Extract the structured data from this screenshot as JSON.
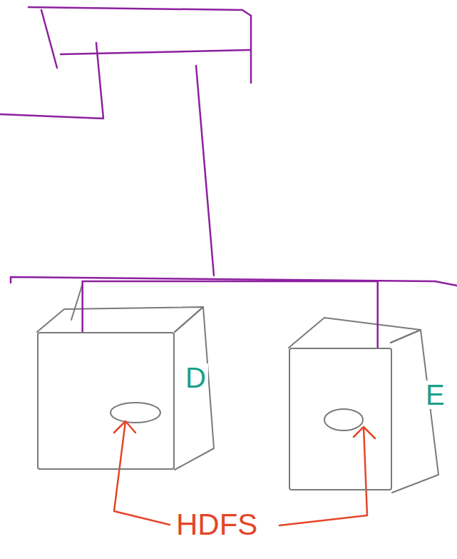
{
  "diagram": {
    "nodes": [
      {
        "text": [
          "D"
        ]
      },
      {
        "text": [
          "E"
        ]
      }
    ],
    "edges": [
      {
        "from": 0,
        "to": 1,
        "arrow": "none"
      }
    ],
    "labels": [
      "HDFS"
    ]
  }
}
